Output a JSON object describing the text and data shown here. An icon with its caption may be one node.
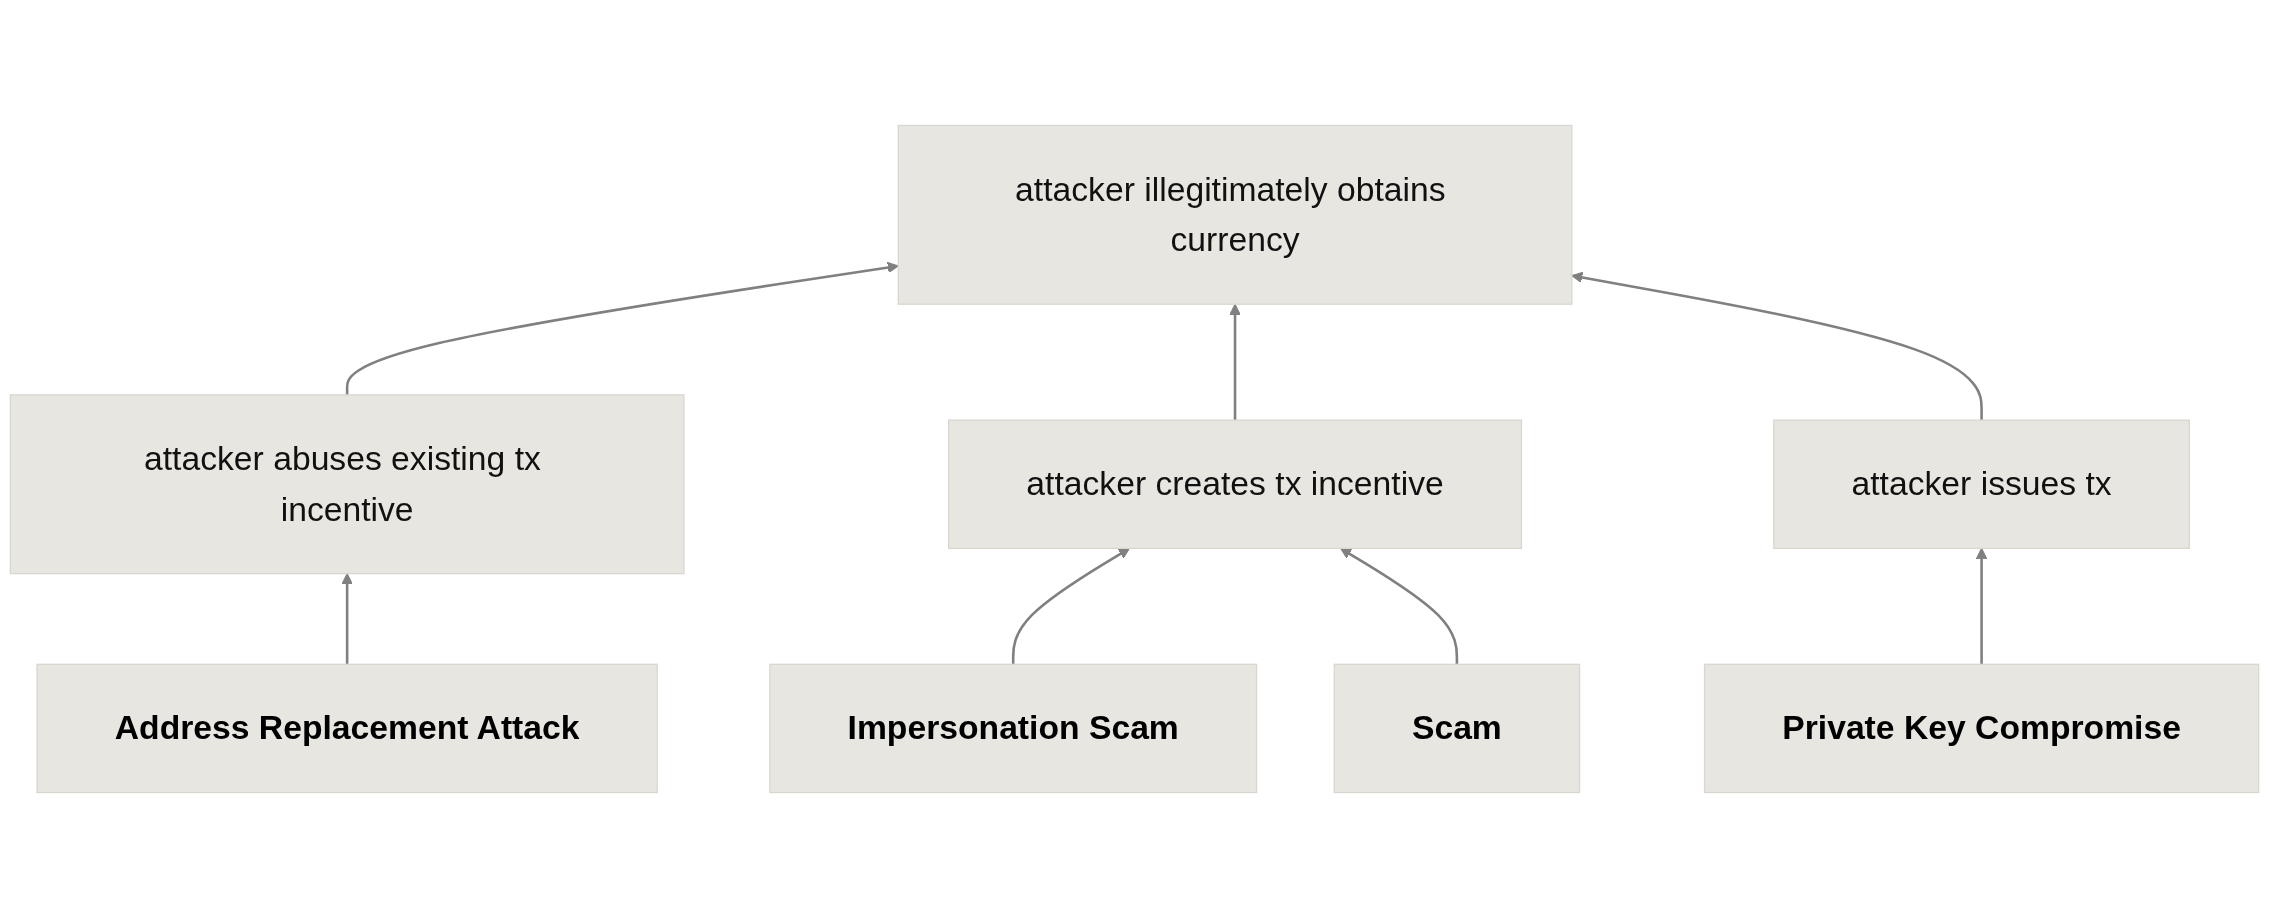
{
  "diagram": {
    "nodes": [
      {
        "text": [
          "attacker illegitimately obtains currency"
        ]
      },
      {
        "text": [
          "attacker abuses existing tx incentive"
        ]
      },
      {
        "text": [
          "attacker creates tx incentive"
        ]
      },
      {
        "text": [
          "attacker issues tx"
        ]
      },
      {
        "text": [
          "Address Replacement Attack"
        ]
      },
      {
        "text": [
          "Impersonation Scam"
        ]
      },
      {
        "text": [
          "Scam"
        ]
      },
      {
        "text": [
          "Private Key Compromise"
        ]
      }
    ],
    "edges": [
      {
        "from": 1,
        "to": 0,
        "arrow": "to"
      },
      {
        "from": 2,
        "to": 0,
        "arrow": "to"
      },
      {
        "from": 3,
        "to": 0,
        "arrow": "to"
      },
      {
        "from": 4,
        "to": 1,
        "arrow": "to"
      },
      {
        "from": 5,
        "to": 2,
        "arrow": "to"
      },
      {
        "from": 6,
        "to": 2,
        "arrow": "to"
      },
      {
        "from": 7,
        "to": 3,
        "arrow": "to"
      }
    ]
  }
}
